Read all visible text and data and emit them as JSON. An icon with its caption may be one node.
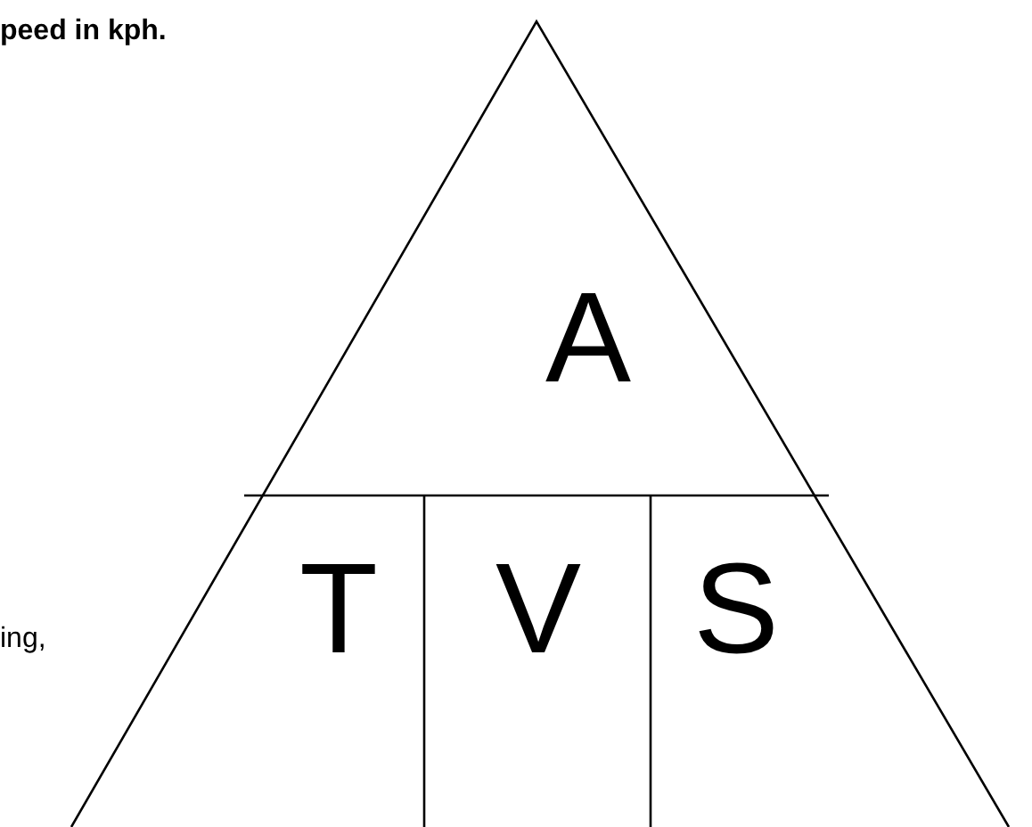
{
  "diagram": {
    "nodes": [
      {
        "text": [
          "A"
        ]
      },
      {
        "text": [
          "T"
        ]
      },
      {
        "text": [
          "V"
        ]
      },
      {
        "text": [
          "S"
        ]
      }
    ],
    "labels": [
      "peed in kph.",
      "ing,"
    ]
  }
}
